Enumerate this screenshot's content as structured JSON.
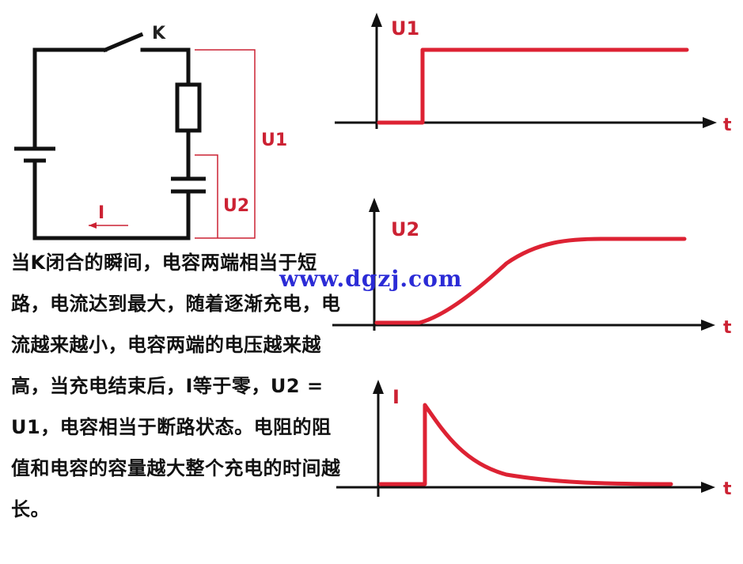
{
  "circuit": {
    "switch_label": "K",
    "u1_label": "U1",
    "u2_label": "U2",
    "current_label": "I",
    "colors": {
      "wire": "#111111",
      "measure": "#cc2233"
    }
  },
  "graphs": [
    {
      "label": "U1",
      "t_label": "t",
      "shape": "step"
    },
    {
      "label": "U2",
      "t_label": "t",
      "shape": "charging"
    },
    {
      "label": "I",
      "t_label": "t",
      "shape": "decay"
    }
  ],
  "description": "当K闭合的瞬间，电容两端相当于短路，电流达到最大，随着逐渐充电，电流越来越小，电容两端的电压越来越高，当充电结束后，I等于零，U2 = U1，电容相当于断路状态。电阻的阻值和电容的容量越大整个充电的时间越长。",
  "watermark": "www.dgzj.com",
  "colors": {
    "curve": "#dd2233",
    "axis": "#111111",
    "text": "#111111",
    "watermark": "#2b2bd6"
  }
}
